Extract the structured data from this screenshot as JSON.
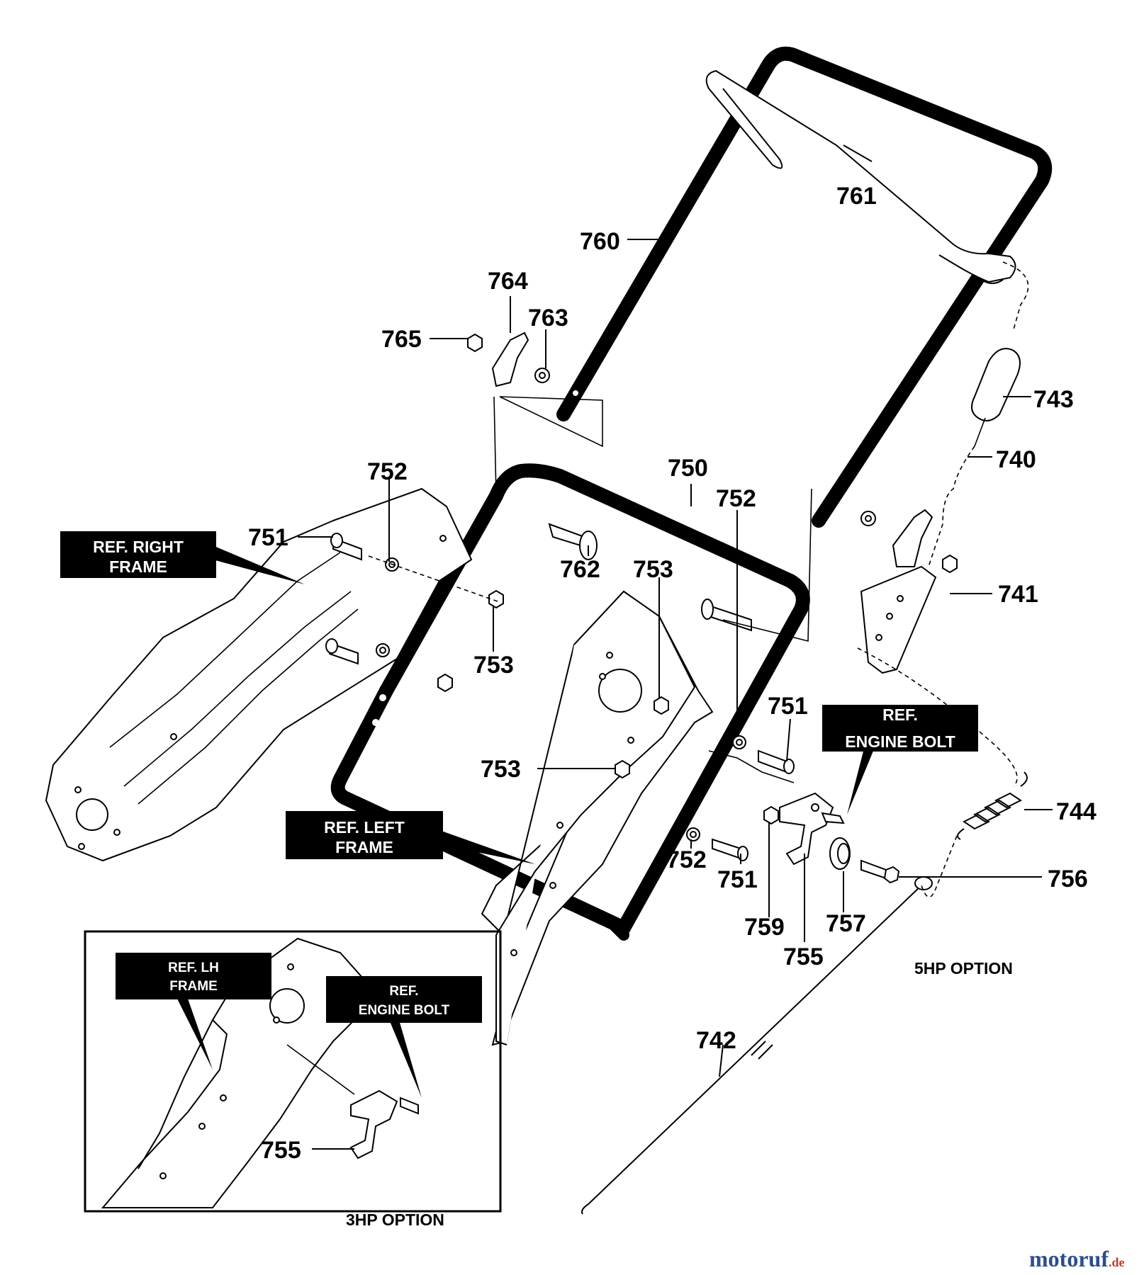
{
  "diagram": {
    "part_numbers": {
      "p761": "761",
      "p760": "760",
      "p764": "764",
      "p763": "763",
      "p765": "765",
      "p743": "743",
      "p740": "740",
      "p752a": "752",
      "p751a": "751",
      "p750": "750",
      "p752b": "752",
      "p762": "762",
      "p753a": "753",
      "p741": "741",
      "p753b": "753",
      "p751b": "751",
      "p753c": "753",
      "p744": "744",
      "p752c": "752",
      "p751c": "751",
      "p756": "756",
      "p759": "759",
      "p757": "757",
      "p755a": "755",
      "p742": "742",
      "p755b": "755"
    },
    "references": {
      "right_frame_1": "REF. RIGHT",
      "right_frame_2": "FRAME",
      "left_frame_1": "REF. LEFT",
      "left_frame_2": "FRAME",
      "engine_bolt_1": "REF.",
      "engine_bolt_2": "ENGINE BOLT",
      "lh_frame_1": "REF. LH",
      "lh_frame_2": "FRAME",
      "inset_engine_bolt_1": "REF.",
      "inset_engine_bolt_2": "ENGINE BOLT"
    },
    "options": {
      "hp5": "5HP OPTION",
      "hp3": "3HP OPTION"
    },
    "watermark": {
      "brand": "motoruf",
      "tld": ".de"
    }
  }
}
